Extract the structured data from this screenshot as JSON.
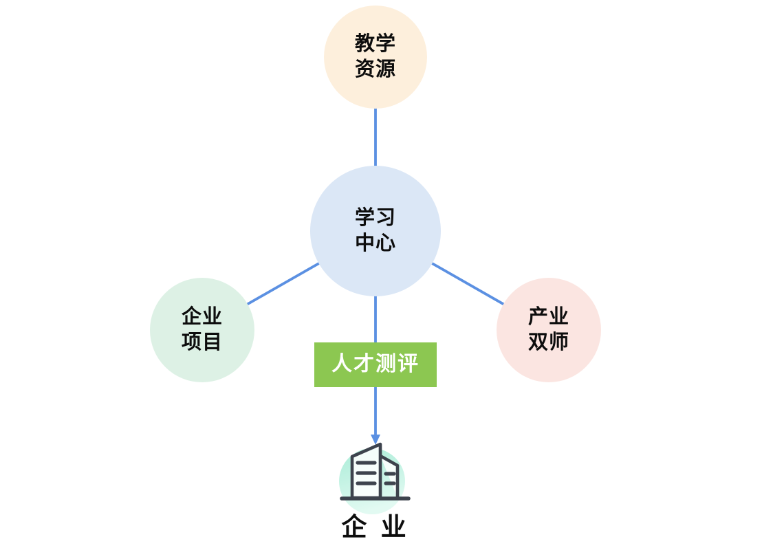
{
  "diagram": {
    "background_color": "#FFFFFF",
    "connector_color": "#5B90E2",
    "nodes": {
      "teaching_resources": {
        "label": "教学\n资源",
        "fill": "#FDEFDC"
      },
      "learning_center": {
        "label": "学习\n中心",
        "fill": "#DBE7F6"
      },
      "enterprise_projects": {
        "label": "企业\n项目",
        "fill": "#DDF1E5"
      },
      "industry_dual_teachers": {
        "label": "产业\n双师",
        "fill": "#FBE5E1"
      }
    },
    "talent_assessment": {
      "label": "人才测评",
      "fill": "#8CC751",
      "text_color": "#FFFFFF"
    },
    "enterprise": {
      "label": "企 业",
      "icon": "building-icon",
      "icon_stroke": "#3D434D",
      "icon_bg_top": "#A9ECD7",
      "icon_bg_bottom": "#E2FAF2"
    }
  }
}
